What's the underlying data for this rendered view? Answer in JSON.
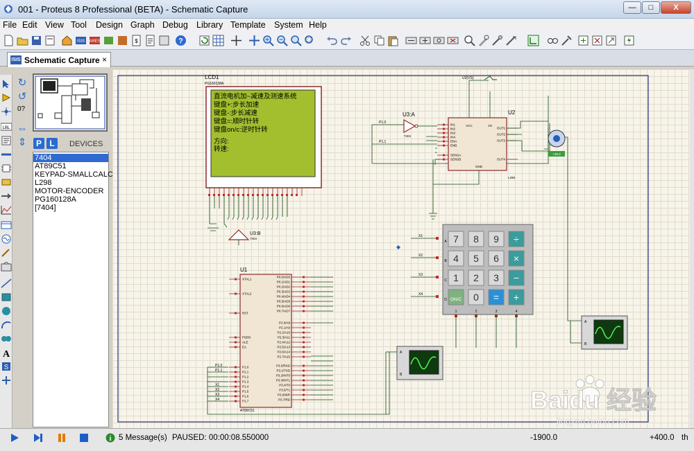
{
  "window": {
    "title": "001 - Proteus 8 Professional (BETA) - Schematic Capture",
    "minimize_label": "—",
    "maximize_label": "□",
    "close_label": "X"
  },
  "menu": [
    "File",
    "Edit",
    "View",
    "Tool",
    "Design",
    "Graph",
    "Debug",
    "Library",
    "Template",
    "System",
    "Help"
  ],
  "tab": {
    "icon_text": "ISIS",
    "label": "Schematic Capture",
    "close": "×"
  },
  "panel": {
    "rotation_value": "0?",
    "p_button": "P",
    "l_button": "L",
    "devices_title": "DEVICES",
    "devices": [
      "7404",
      "AT89C51",
      "KEYPAD-SMALLCALC",
      "L298",
      "MOTOR-ENCODER",
      "PG160128A",
      "[7404]"
    ],
    "selected_index": 0
  },
  "schematic": {
    "lcd": {
      "ref": "LCD1",
      "part": "PG160128A",
      "lines": [
        "直流电机加~减速及测速系统",
        "键盘+:步长加速",
        "键盘-:步长减速",
        "键盘=:顺时针转",
        "键盘on/c:逆时针转",
        "",
        "方向:",
        "转速:"
      ]
    },
    "u3a": {
      "ref": "U3:A",
      "part": "7404"
    },
    "u3b": {
      "ref": "U3:B",
      "part": "7404"
    },
    "u1": {
      "ref": "U1",
      "part": "AT89C51",
      "left_pins": [
        "XTAL1",
        "XTAL2",
        "RST",
        "PSEN",
        "ALE",
        "EA",
        "P1.0",
        "P1.1",
        "P1.2",
        "P1.3",
        "P1.4",
        "P1.5",
        "P1.6",
        "P1.7"
      ],
      "right_pins": [
        "P0.0/AD0",
        "P0.1/AD1",
        "P0.2/AD2",
        "P0.3/AD3",
        "P0.4/AD4",
        "P0.5/AD5",
        "P0.6/AD6",
        "P0.7/AD7",
        "P2.0/A8",
        "P2.1/A9",
        "P2.2/A10",
        "P2.3/A11",
        "P2.4/A12",
        "P2.5/A13",
        "P2.6/A14",
        "P2.7/A15",
        "P3.0/RXD",
        "P3.1/TXD",
        "P3.2/INT0",
        "P3.3/INT1",
        "P3.4/T0",
        "P3.5/T1",
        "P3.6/WR",
        "P3.7/RD"
      ]
    },
    "u2": {
      "ref": "U2",
      "part": "L298",
      "left_pins": [
        "IN1",
        "IN2",
        "IN3",
        "IN4",
        "ENA",
        "ENB",
        "SENSA",
        "SENSB"
      ],
      "top_pins": [
        "VCC",
        "VS"
      ],
      "right_pins": [
        "OUT1",
        "OUT2",
        "OUT3",
        "OUT4"
      ],
      "bottom_pin": "GND"
    },
    "vcc_label": "U2(VS)",
    "net_labels": {
      "p10": "P1.0",
      "p11": "P1.1",
      "x1": "X1",
      "x2": "X2",
      "x3": "X3",
      "x4": "X4"
    },
    "motor_label": "+45.0",
    "keypad": {
      "rows": [
        [
          "7",
          "8",
          "9",
          "÷"
        ],
        [
          "4",
          "5",
          "6",
          "×"
        ],
        [
          "1",
          "2",
          "3",
          "−"
        ],
        [
          "ON/C",
          "0",
          "=",
          "+"
        ]
      ],
      "row_labels": [
        "A",
        "B",
        "C",
        "D"
      ],
      "col_labels": [
        "1",
        "2",
        "3",
        "4"
      ]
    },
    "scope_pins": [
      "A",
      "B"
    ]
  },
  "status": {
    "messages": "5 Message(s)",
    "state": "PAUSED: 00:00:08.550000",
    "x_coord": "-1900.0",
    "y_coord": "+400.0",
    "units": "th"
  },
  "watermark": "Baidu 经验",
  "watermark_sub": "jingyan.baidu.com",
  "colors": {
    "lcd_bg": "#a3bf2e",
    "selection": "#2e6ad1",
    "wire": "#154c15",
    "pin_red": "#c62828",
    "keypad_teal": "#3a9c9c"
  }
}
